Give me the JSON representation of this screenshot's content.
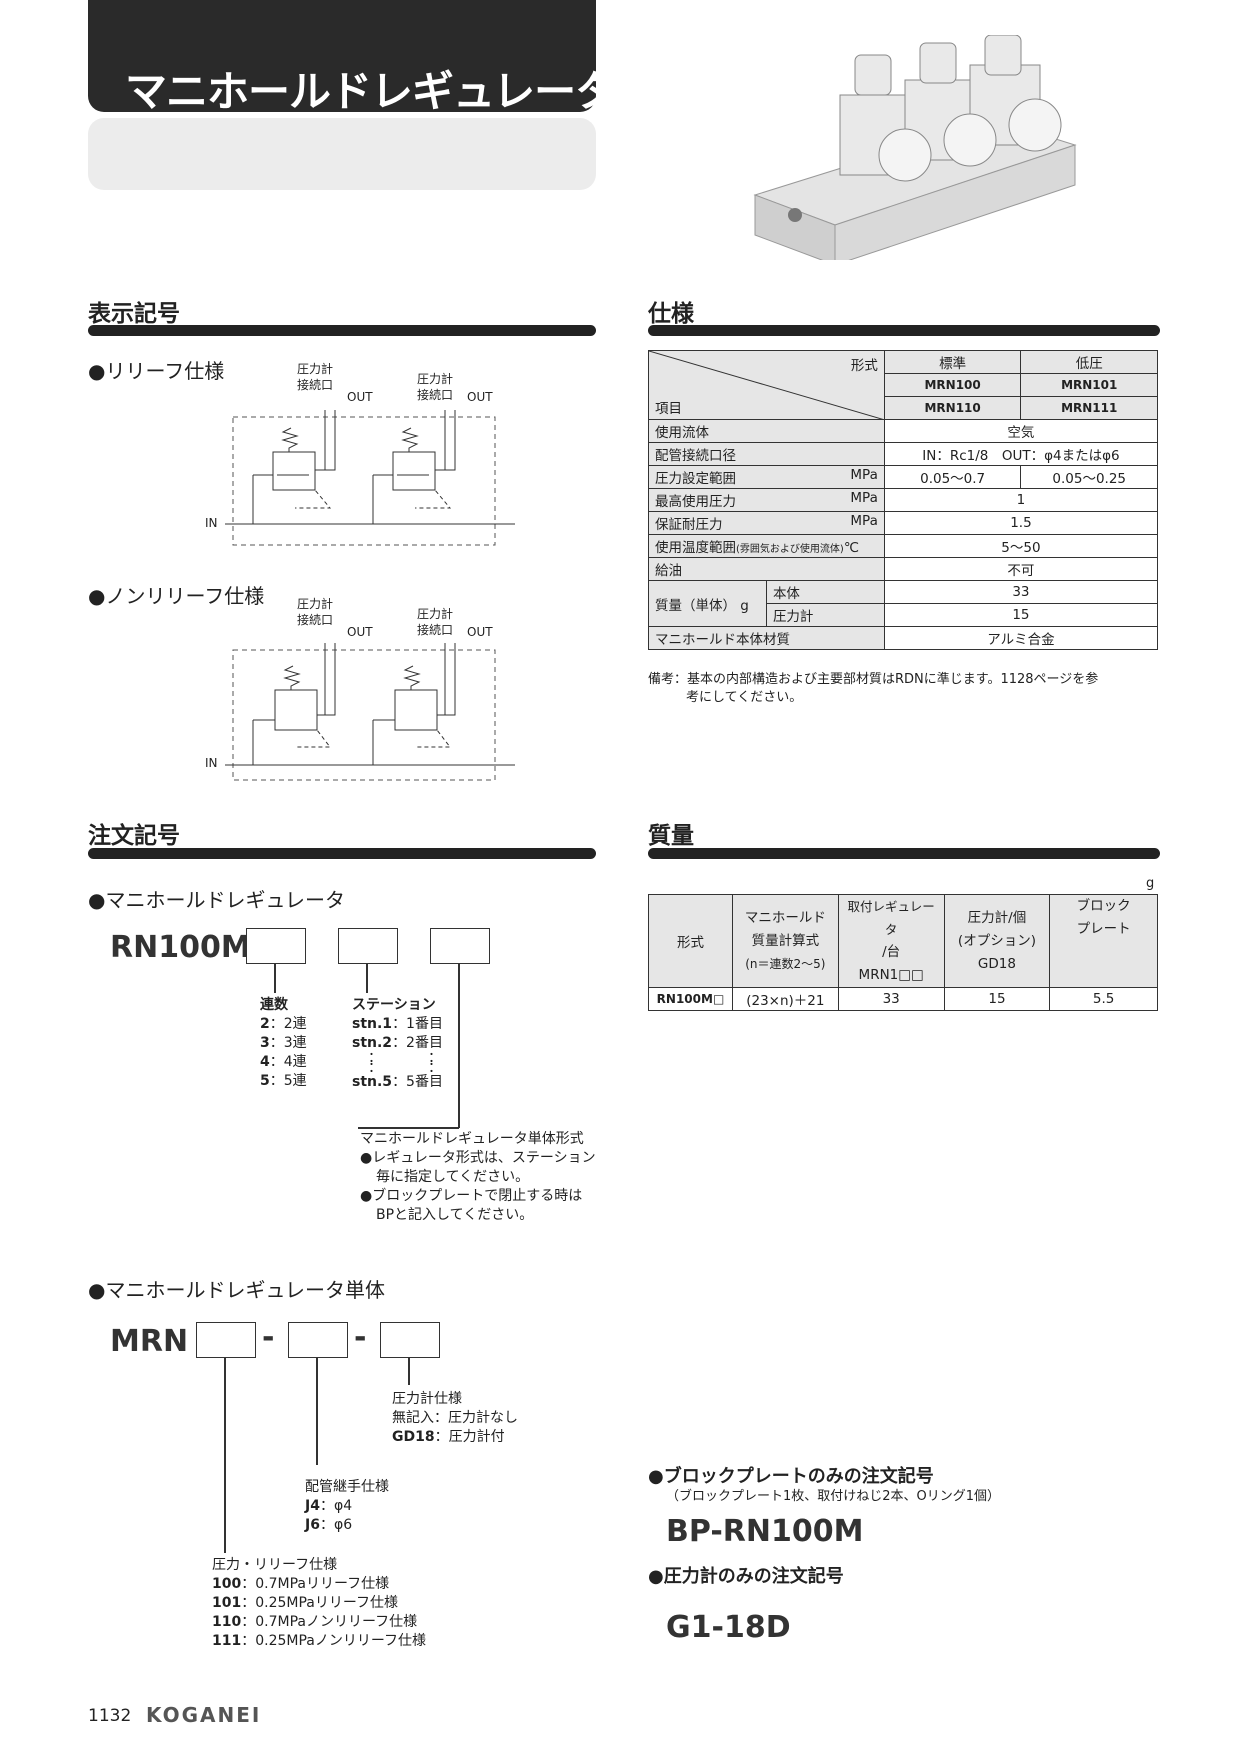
{
  "header": {
    "title": "マニホールドレギュレータ"
  },
  "symbols": {
    "heading": "表示記号",
    "relief": {
      "title": "●リリーフ仕様",
      "gauge1": "圧力計",
      "port1": "接続口",
      "out1": "OUT",
      "gauge2": "圧力計",
      "port2": "接続口",
      "out2": "OUT",
      "in": "IN"
    },
    "nonrelief": {
      "title": "●ノンリリーフ仕様",
      "gauge1": "圧力計",
      "port1": "接続口",
      "out1": "OUT",
      "gauge2": "圧力計",
      "port2": "接続口",
      "out2": "OUT",
      "in": "IN"
    }
  },
  "spec": {
    "heading": "仕様",
    "corner_model": "形式",
    "corner_item": "項目",
    "col_std": "標準",
    "col_low": "低圧",
    "std_m1": "MRN100",
    "std_m2": "MRN110",
    "low_m1": "MRN101",
    "low_m2": "MRN111",
    "rows": {
      "fluid_label": "使用流体",
      "fluid_value": "空気",
      "port_label": "配管接続口径",
      "port_value": "IN：Rc1/8　OUT：φ4またはφ6",
      "range_label": "圧力設定範囲",
      "range_unit": "MPa",
      "range_std": "0.05〜0.7",
      "range_low": "0.05〜0.25",
      "maxp_label": "最高使用圧力",
      "maxp_unit": "MPa",
      "maxp_value": "1",
      "proof_label": "保証耐圧力",
      "proof_unit": "MPa",
      "proof_value": "1.5",
      "temp_label": "使用温度範囲",
      "temp_note": "(雰囲気および使用流体)",
      "temp_unit": "℃",
      "temp_value": "5〜50",
      "lub_label": "給油",
      "lub_value": "不可",
      "mass_label": "質量（単体）",
      "mass_unit": "g",
      "mass_body": "本体",
      "mass_body_value": "33",
      "mass_gauge": "圧力計",
      "mass_gauge_value": "15",
      "material_label": "マニホールド本体材質",
      "material_value": "アルミ合金"
    },
    "note_line1": "備考：基本の内部構造および主要部材質はRDNに準じます。1128ページを参",
    "note_line2": "考にしてください。"
  },
  "order": {
    "heading": "注文記号",
    "manifold": {
      "title": "●マニホールドレギュレータ",
      "code": "RN100M",
      "stations_title": "連数",
      "st2": "2",
      "st2_desc": "：2連",
      "st3": "3",
      "st3_desc": "：3連",
      "st4": "4",
      "st4_desc": "：4連",
      "st5": "5",
      "st5_desc": "：5連",
      "station_title": "ステーション",
      "stn1": "stn.1",
      "stn1_desc": "：1番目",
      "stn2": "stn.2",
      "stn2_desc": "：2番目",
      "stn5": "stn.5",
      "stn5_desc": "：5番目",
      "dots": "：",
      "unit_title": "マニホールドレギュレータ単体形式",
      "unit_note1": "●レギュレータ形式は、ステーション",
      "unit_note2": "毎に指定してください。",
      "unit_note3": "●ブロックプレートで閉止する時は",
      "unit_note4": "BPと記入してください。"
    },
    "unit": {
      "title": "●マニホールドレギュレータ単体",
      "code": "MRN",
      "dash": "-",
      "gauge_title": "圧力計仕様",
      "gauge_none": "無記入",
      "gauge_none_desc": "：圧力計なし",
      "gauge_gd": "GD18",
      "gauge_gd_desc": "：圧力計付",
      "fitting_title": "配管継手仕様",
      "j4": "J4",
      "j4_desc": "：φ4",
      "j6": "J6",
      "j6_desc": "：φ6",
      "press_title": "圧力・リリーフ仕様",
      "p100": "100",
      "p100_desc": "：0.7MPaリリーフ仕様",
      "p101": "101",
      "p101_desc": "：0.25MPaリリーフ仕様",
      "p110": "110",
      "p110_desc": "：0.7MPaノンリリーフ仕様",
      "p111": "111",
      "p111_desc": "：0.25MPaノンリリーフ仕様"
    }
  },
  "mass": {
    "heading": "質量",
    "unit": "g",
    "h_model": "形式",
    "h_calc1": "マニホールド",
    "h_calc2": "質量計算式",
    "h_calc3": "(n＝連数2〜5)",
    "h_reg1": "取付レギュレータ",
    "h_reg2": "/台",
    "h_reg3": "MRN1□□",
    "h_gauge1": "圧力計/個",
    "h_gauge2": "(オプション)",
    "h_gauge3": "GD18",
    "h_block1": "ブロック",
    "h_block2": "プレート",
    "r_model": "RN100M□",
    "r_calc": "(23×n)＋21",
    "r_reg": "33",
    "r_gauge": "15",
    "r_block": "5.5"
  },
  "block_order": {
    "title": "●ブロックプレートのみの注文記号",
    "note": "（ブロックプレート1枚、取付けねじ2本、Oリング1個）",
    "code": "BP-RN100M"
  },
  "gauge_order": {
    "title": "●圧力計のみの注文記号",
    "code": "G1-18D"
  },
  "footer": {
    "page": "1132",
    "brand": "KOGANEI"
  }
}
